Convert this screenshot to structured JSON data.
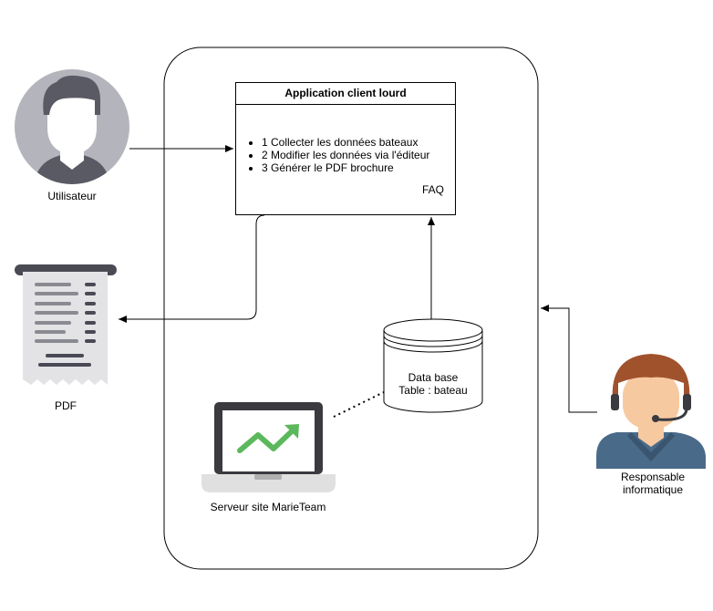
{
  "user": {
    "label": "Utilisateur"
  },
  "pdf": {
    "label": "PDF"
  },
  "app": {
    "title": "Application client lourd",
    "steps": [
      "1 Collecter les données bateaux",
      "2 Modifier les données via l'éditeur",
      "3 Générer le PDF brochure"
    ],
    "faq": "FAQ"
  },
  "database": {
    "line1": "Data base",
    "line2": "Table : bateau"
  },
  "server": {
    "label": "Serveur site MarieTeam"
  },
  "admin": {
    "line1": "Responsable",
    "line2": "informatique"
  },
  "colors": {
    "user_bg": "#b4b4bc",
    "user_hair": "#5a5a64",
    "admin_skin": "#f7c9a0",
    "admin_hair": "#a0522d",
    "admin_shirt": "#4a6a8a",
    "chart_green": "#5cb85c",
    "bulb_yellow": "#f4c542",
    "bulb_ray": "#4aa3df"
  }
}
